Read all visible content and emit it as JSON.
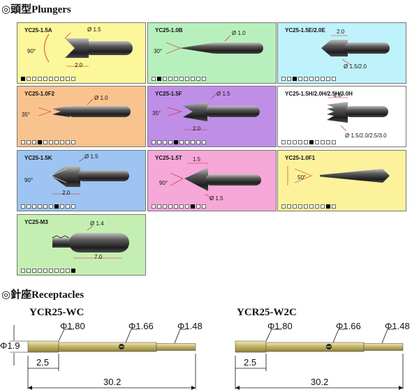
{
  "plungers_heading": "◎頭型Plungers",
  "receptacles_heading": "◎針座Receptacles",
  "plungers": [
    {
      "model": "YC25-1.5A",
      "diameter": "Ø 1.5",
      "angle": "90°",
      "length": "2.0",
      "bg": "#fbf79a",
      "sq_on": 0
    },
    {
      "model": "YC25-1.0B",
      "diameter": "Ø 1.0",
      "angle": "30°",
      "length": "",
      "bg": "#b8f0bd",
      "sq_on": 1
    },
    {
      "model": "YC25-1.5E/2.0E",
      "diameter": "Ø 1.5/2.0",
      "angle": "",
      "length": "2.0",
      "bg": "#bff2fa",
      "sq_on": 2
    },
    {
      "model": "YC25-1.0F2",
      "diameter": "Ø 1.0",
      "angle": "35°",
      "length": "",
      "bg": "#f9c38f",
      "sq_on": 3
    },
    {
      "model": "YC25-1.5F",
      "diameter": "Ø 1.5",
      "angle": "35°",
      "length": "2.0",
      "bg": "#bf8fe8",
      "sq_on": 4
    },
    {
      "model": "YC25-1.5H/2.0H/2.5H/3.0H",
      "diameter": "Ø 1.5/2.0/2.5/3.0",
      "angle": "",
      "length": "2.0",
      "bg": "#ffffff",
      "sq_on": 5
    },
    {
      "model": "YC25-1.5K",
      "diameter": "Ø 1.5",
      "angle": "90°",
      "length": "2.0",
      "bg": "#9dc4f2",
      "sq_on": 6
    },
    {
      "model": "YC25-1.5T",
      "diameter": "Ø 1.5",
      "angle": "90°",
      "length": "1.5",
      "bg": "#f6a8d8",
      "sq_on": 7
    },
    {
      "model": "YC25-1.0F1",
      "diameter": "",
      "angle": "50°",
      "length": "",
      "bg": "#fdf29c",
      "sq_on": 8
    },
    {
      "model": "YC25-M3",
      "diameter": "Ø 1.4",
      "angle": "",
      "length": "7.0",
      "bg": "#c5efb2",
      "sq_on": 9
    }
  ],
  "receptacles": [
    {
      "model": "YCR25-WC",
      "d1": "Φ1.80",
      "d2": "Φ1.66",
      "d3": "Φ1.48",
      "head": "Φ1.9",
      "short": "2.5",
      "total": "30.2"
    },
    {
      "model": "YCR25-W2C",
      "d1": "Φ1.80",
      "d2": "Φ1.66",
      "d3": "Φ1.48",
      "head": "",
      "short": "2.5",
      "total": "30.2"
    }
  ]
}
